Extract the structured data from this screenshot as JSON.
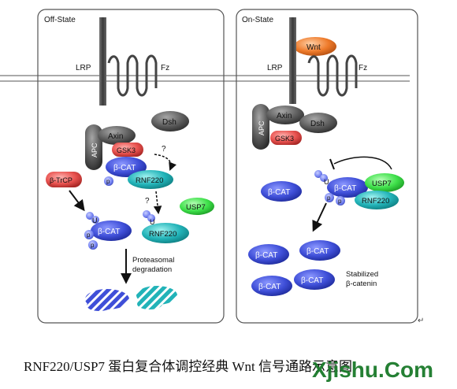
{
  "panels": {
    "off": {
      "title": "Off-State",
      "receptor_lrp": "LRP",
      "receptor_fz": "Fz",
      "axin": "Axin",
      "dsh": "Dsh",
      "apc": "APC",
      "gsk3": "GSK3",
      "bcat": "β-CAT",
      "p": "p",
      "u": "U",
      "rnf220": "RNF220",
      "usp7": "USP7",
      "btrcp": "β-TrCP",
      "question": "?",
      "degradation_line1": "Proteasomal",
      "degradation_line2": "degradation"
    },
    "on": {
      "title": "On-State",
      "wnt": "Wnt",
      "receptor_lrp": "LRP",
      "receptor_fz": "Fz",
      "axin": "Axin",
      "dsh": "Dsh",
      "apc": "APC",
      "gsk3": "GSK3",
      "bcat": "β-CAT",
      "p": "p",
      "u": "U",
      "usp7": "USP7",
      "rnf220": "RNF220",
      "stabilized_line1": "Stabilized",
      "stabilized_line2": "β-catenin"
    }
  },
  "caption": "RNF220/USP7 蛋白复合体调控经典 Wnt 信号通路示意图",
  "watermark": "Xjishu.Com",
  "colors": {
    "bcat": "#3f4fd8",
    "rnf220": "#22b3b8",
    "usp7": "#3ee04a",
    "gsk3": "#e8524f",
    "btrcp": "#e14848",
    "wnt": "#ee7a2a",
    "axin": "#5a5a5a",
    "receptor": "#444444"
  }
}
